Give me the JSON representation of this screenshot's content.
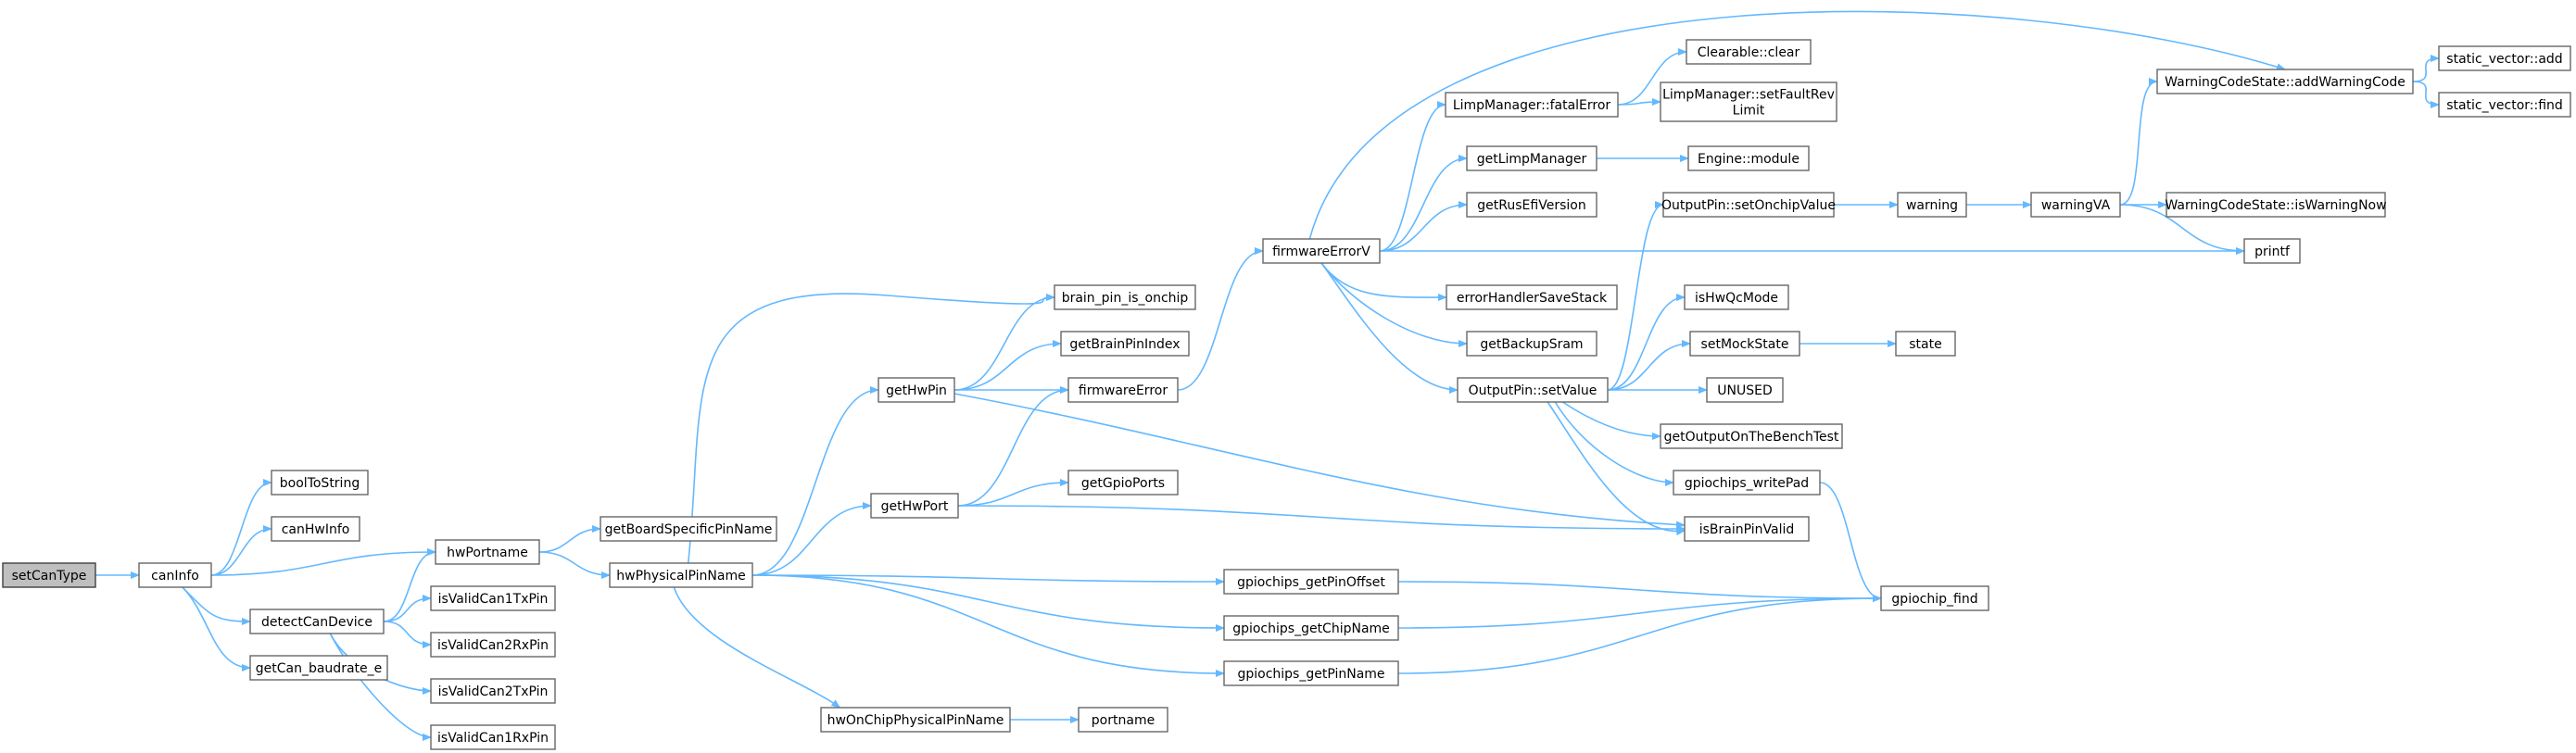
{
  "diagram": {
    "type": "call-graph",
    "colors": {
      "edge": "#63b8ff",
      "node_border": "#666666",
      "node_fill": "#ffffff",
      "root_fill": "#bfbfbf"
    },
    "nodes": [
      {
        "id": "setCanType",
        "label": "setCanType",
        "root": true
      },
      {
        "id": "canInfo",
        "label": "canInfo"
      },
      {
        "id": "boolToString",
        "label": "boolToString"
      },
      {
        "id": "canHwInfo",
        "label": "canHwInfo"
      },
      {
        "id": "hwPortname",
        "label": "hwPortname"
      },
      {
        "id": "detectCanDevice",
        "label": "detectCanDevice"
      },
      {
        "id": "getCan_baudrate_e",
        "label": "getCan_baudrate_e"
      },
      {
        "id": "isValidCan1TxPin",
        "label": "isValidCan1TxPin"
      },
      {
        "id": "isValidCan2RxPin",
        "label": "isValidCan2RxPin"
      },
      {
        "id": "isValidCan2TxPin",
        "label": "isValidCan2TxPin"
      },
      {
        "id": "isValidCan1RxPin",
        "label": "isValidCan1RxPin"
      },
      {
        "id": "getBoardSpecificPinName",
        "label": "getBoardSpecificPinName"
      },
      {
        "id": "hwPhysicalPinName",
        "label": "hwPhysicalPinName"
      },
      {
        "id": "getHwPin",
        "label": "getHwPin"
      },
      {
        "id": "getHwPort",
        "label": "getHwPort"
      },
      {
        "id": "hwOnChipPhysicalPinName",
        "label": "hwOnChipPhysicalPinName"
      },
      {
        "id": "brain_pin_is_onchip",
        "label": "brain_pin_is_onchip"
      },
      {
        "id": "getBrainPinIndex",
        "label": "getBrainPinIndex"
      },
      {
        "id": "firmwareError",
        "label": "firmwareError"
      },
      {
        "id": "getGpioPorts",
        "label": "getGpioPorts"
      },
      {
        "id": "portname",
        "label": "portname"
      },
      {
        "id": "gpiochips_getPinOffset",
        "label": "gpiochips_getPinOffset"
      },
      {
        "id": "gpiochips_getChipName",
        "label": "gpiochips_getChipName"
      },
      {
        "id": "gpiochips_getPinName",
        "label": "gpiochips_getPinName"
      },
      {
        "id": "firmwareErrorV",
        "label": "firmwareErrorV"
      },
      {
        "id": "LimpManager::fatalError",
        "label": "LimpManager::fatalError"
      },
      {
        "id": "getLimpManager",
        "label": "getLimpManager"
      },
      {
        "id": "getRusEfiVersion",
        "label": "getRusEfiVersion"
      },
      {
        "id": "errorHandlerSaveStack",
        "label": "errorHandlerSaveStack"
      },
      {
        "id": "getBackupSram",
        "label": "getBackupSram"
      },
      {
        "id": "OutputPin::setValue",
        "label": "OutputPin::setValue"
      },
      {
        "id": "Clearable::clear",
        "label": "Clearable::clear"
      },
      {
        "id": "LimpManager::setFaultRevLimit",
        "label": [
          "LimpManager::setFaultRev",
          "Limit"
        ]
      },
      {
        "id": "Engine::module",
        "label": "Engine::module"
      },
      {
        "id": "OutputPin::setOnchipValue",
        "label": "OutputPin::setOnchipValue"
      },
      {
        "id": "isHwQcMode",
        "label": "isHwQcMode"
      },
      {
        "id": "setMockState",
        "label": "setMockState"
      },
      {
        "id": "UNUSED",
        "label": "UNUSED"
      },
      {
        "id": "getOutputOnTheBenchTest",
        "label": "getOutputOnTheBenchTest"
      },
      {
        "id": "gpiochips_writePad",
        "label": "gpiochips_writePad"
      },
      {
        "id": "isBrainPinValid",
        "label": "isBrainPinValid"
      },
      {
        "id": "gpiochip_find",
        "label": "gpiochip_find"
      },
      {
        "id": "state",
        "label": "state"
      },
      {
        "id": "warning",
        "label": "warning"
      },
      {
        "id": "warningVA",
        "label": "warningVA"
      },
      {
        "id": "WarningCodeState::addWarningCode",
        "label": "WarningCodeState::addWarningCode"
      },
      {
        "id": "WarningCodeState::isWarningNow",
        "label": "WarningCodeState::isWarningNow"
      },
      {
        "id": "printf",
        "label": "printf"
      },
      {
        "id": "static_vector::add",
        "label": "static_vector::add"
      },
      {
        "id": "static_vector::find",
        "label": "static_vector::find"
      }
    ],
    "edges": [
      [
        "setCanType",
        "canInfo"
      ],
      [
        "canInfo",
        "boolToString"
      ],
      [
        "canInfo",
        "canHwInfo"
      ],
      [
        "canInfo",
        "hwPortname"
      ],
      [
        "canInfo",
        "detectCanDevice"
      ],
      [
        "canInfo",
        "getCan_baudrate_e"
      ],
      [
        "detectCanDevice",
        "hwPortname"
      ],
      [
        "detectCanDevice",
        "isValidCan1TxPin"
      ],
      [
        "detectCanDevice",
        "isValidCan2RxPin"
      ],
      [
        "detectCanDevice",
        "isValidCan2TxPin"
      ],
      [
        "detectCanDevice",
        "isValidCan1RxPin"
      ],
      [
        "hwPortname",
        "getBoardSpecificPinName"
      ],
      [
        "hwPortname",
        "hwPhysicalPinName"
      ],
      [
        "hwPhysicalPinName",
        "brain_pin_is_onchip"
      ],
      [
        "hwPhysicalPinName",
        "getHwPin"
      ],
      [
        "hwPhysicalPinName",
        "getHwPort"
      ],
      [
        "hwPhysicalPinName",
        "hwOnChipPhysicalPinName"
      ],
      [
        "hwPhysicalPinName",
        "gpiochips_getPinOffset"
      ],
      [
        "hwPhysicalPinName",
        "gpiochips_getChipName"
      ],
      [
        "hwPhysicalPinName",
        "gpiochips_getPinName"
      ],
      [
        "getHwPin",
        "brain_pin_is_onchip"
      ],
      [
        "getHwPin",
        "getBrainPinIndex"
      ],
      [
        "getHwPin",
        "firmwareError"
      ],
      [
        "getHwPin",
        "isBrainPinValid"
      ],
      [
        "getHwPort",
        "firmwareError"
      ],
      [
        "getHwPort",
        "getGpioPorts"
      ],
      [
        "getHwPort",
        "isBrainPinValid"
      ],
      [
        "hwOnChipPhysicalPinName",
        "portname"
      ],
      [
        "firmwareError",
        "firmwareErrorV"
      ],
      [
        "firmwareErrorV",
        "WarningCodeState::addWarningCode"
      ],
      [
        "firmwareErrorV",
        "LimpManager::fatalError"
      ],
      [
        "firmwareErrorV",
        "getLimpManager"
      ],
      [
        "firmwareErrorV",
        "getRusEfiVersion"
      ],
      [
        "firmwareErrorV",
        "printf"
      ],
      [
        "firmwareErrorV",
        "errorHandlerSaveStack"
      ],
      [
        "firmwareErrorV",
        "getBackupSram"
      ],
      [
        "firmwareErrorV",
        "OutputPin::setValue"
      ],
      [
        "LimpManager::fatalError",
        "Clearable::clear"
      ],
      [
        "LimpManager::fatalError",
        "LimpManager::setFaultRevLimit"
      ],
      [
        "getLimpManager",
        "Engine::module"
      ],
      [
        "OutputPin::setValue",
        "OutputPin::setOnchipValue"
      ],
      [
        "OutputPin::setValue",
        "isHwQcMode"
      ],
      [
        "OutputPin::setValue",
        "setMockState"
      ],
      [
        "OutputPin::setValue",
        "UNUSED"
      ],
      [
        "OutputPin::setValue",
        "getOutputOnTheBenchTest"
      ],
      [
        "OutputPin::setValue",
        "gpiochips_writePad"
      ],
      [
        "OutputPin::setValue",
        "isBrainPinValid"
      ],
      [
        "OutputPin::setOnchipValue",
        "warning"
      ],
      [
        "setMockState",
        "state"
      ],
      [
        "gpiochips_writePad",
        "gpiochip_find"
      ],
      [
        "gpiochips_getPinOffset",
        "gpiochip_find"
      ],
      [
        "gpiochips_getChipName",
        "gpiochip_find"
      ],
      [
        "gpiochips_getPinName",
        "gpiochip_find"
      ],
      [
        "warning",
        "warningVA"
      ],
      [
        "warningVA",
        "WarningCodeState::addWarningCode"
      ],
      [
        "warningVA",
        "WarningCodeState::isWarningNow"
      ],
      [
        "warningVA",
        "printf"
      ],
      [
        "WarningCodeState::addWarningCode",
        "static_vector::add"
      ],
      [
        "WarningCodeState::addWarningCode",
        "static_vector::find"
      ]
    ]
  }
}
